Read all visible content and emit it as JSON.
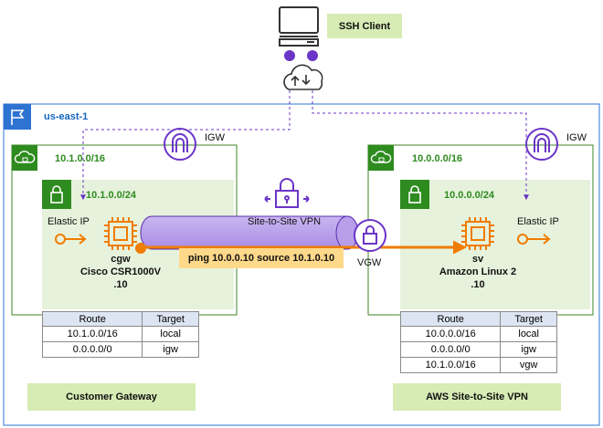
{
  "ssh_client": {
    "label": "SSH Client"
  },
  "region": {
    "label": "us-east-1"
  },
  "left_vpc": {
    "cidr": "10.1.0.0/16",
    "subnet_cidr": "10.1.0.0/24",
    "elastic_ip": "Elastic IP",
    "instance_name": "cgw",
    "instance_type": "Cisco CSR1000V",
    "instance_ip": ".10",
    "igw_label": "IGW",
    "route_table": {
      "headers": [
        "Route",
        "Target"
      ],
      "rows": [
        [
          "10.1.0.0/16",
          "local"
        ],
        [
          "0.0.0.0/0",
          "igw"
        ]
      ]
    },
    "footer": "Customer Gateway"
  },
  "right_vpc": {
    "cidr": "10.0.0.0/16",
    "subnet_cidr": "10.0.0.0/24",
    "elastic_ip": "Elastic IP",
    "instance_name": "sv",
    "instance_type": "Amazon Linux 2",
    "instance_ip": ".10",
    "igw_label": "IGW",
    "vgw_label": "VGW",
    "route_table": {
      "headers": [
        "Route",
        "Target"
      ],
      "rows": [
        [
          "10.0.0.0/16",
          "local"
        ],
        [
          "0.0.0.0/0",
          "igw"
        ],
        [
          "10.1.0.0/16",
          "vgw"
        ]
      ]
    },
    "footer": "AWS Site-to-Site VPN"
  },
  "vpn": {
    "label": "Site-to-Site VPN"
  },
  "ping": {
    "label": "ping 10.0.0.10 source 10.1.0.10"
  },
  "colors": {
    "green_border": "#3f8624",
    "subnet_fill": "#e6f2dc",
    "region_blue": "#1565c0",
    "purple": "#6b35c7",
    "orange": "#f07c00",
    "tag_fill": "#d7ecb5",
    "ping_fill": "#ffd98a"
  }
}
